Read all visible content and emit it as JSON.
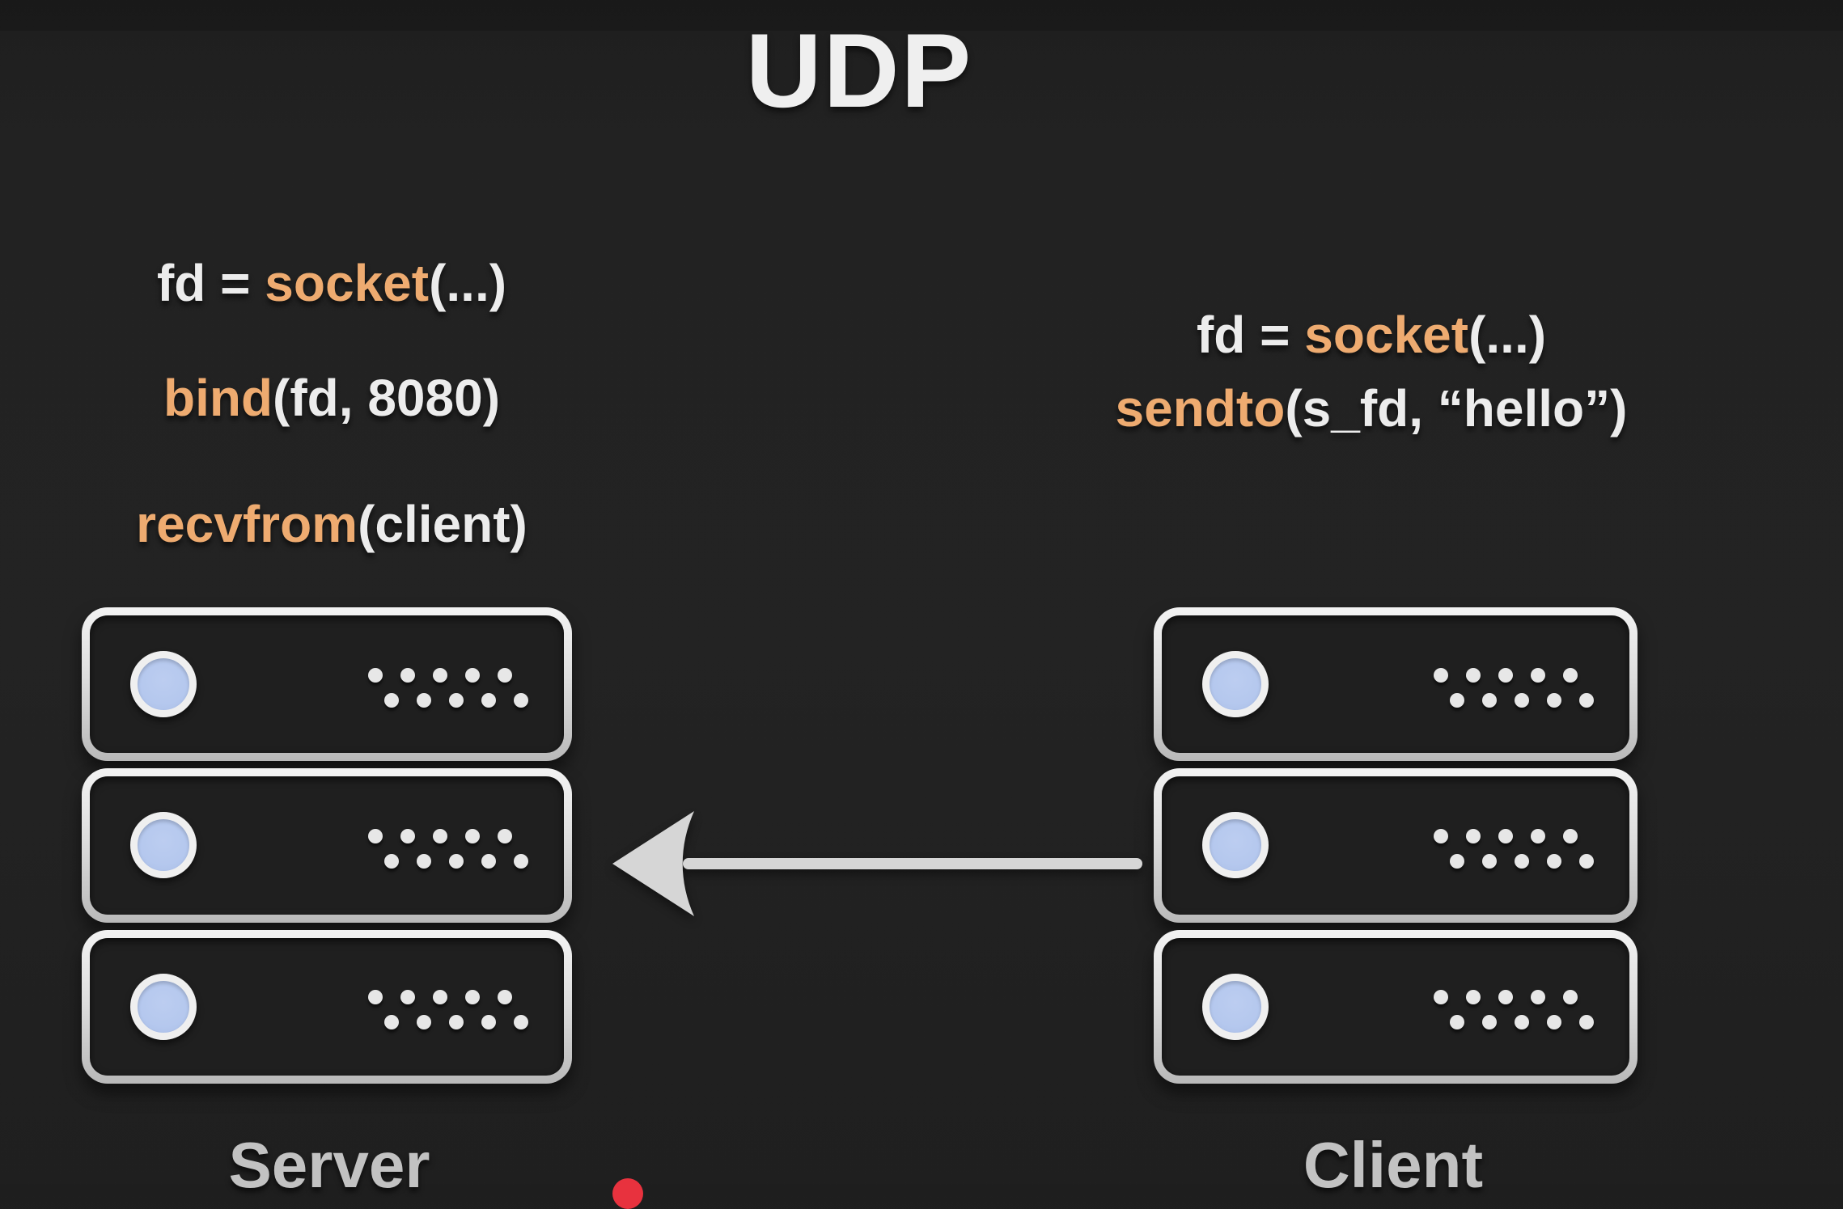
{
  "slide": {
    "title": "UDP",
    "arrow": {
      "from": "Client",
      "to": "Server",
      "direction": "right-to-left"
    }
  },
  "server": {
    "label": "Server",
    "code": [
      {
        "pre": "fd = ",
        "fn": "socket",
        "post": "(...)"
      },
      {
        "pre": "",
        "fn": "bind",
        "post": "(fd, 8080)"
      },
      {
        "pre": "",
        "fn": "recvfrom",
        "post": "(client)"
      }
    ]
  },
  "client": {
    "label": "Client",
    "code": [
      {
        "pre": "fd = ",
        "fn": "socket",
        "post": "(...)"
      },
      {
        "pre": "",
        "fn": "sendto",
        "post": "(s_fd, “hello”)"
      }
    ]
  },
  "icons": {
    "server_rack_unit": "rounded rectangle with led circle and vent dots",
    "led_circle": "blue circle with white ring",
    "vent_dots": "two staggered rows of five dots",
    "arrow_left": "long shaft with curved barbed head pointing left",
    "red_pointer_dot": "red circle clipped at bottom edge"
  },
  "colors": {
    "background": "#222222",
    "accent_orange": "#eeab70",
    "code_white": "#ececec",
    "title_white": "#efefef",
    "label_gray": "#c2c2c2",
    "rack_border": "#dedede",
    "led_blue": "#b5c8ee",
    "vent_dot": "#e7e7e7",
    "arrow_gray": "#d6d6d6",
    "pointer_red": "#e8323e"
  }
}
